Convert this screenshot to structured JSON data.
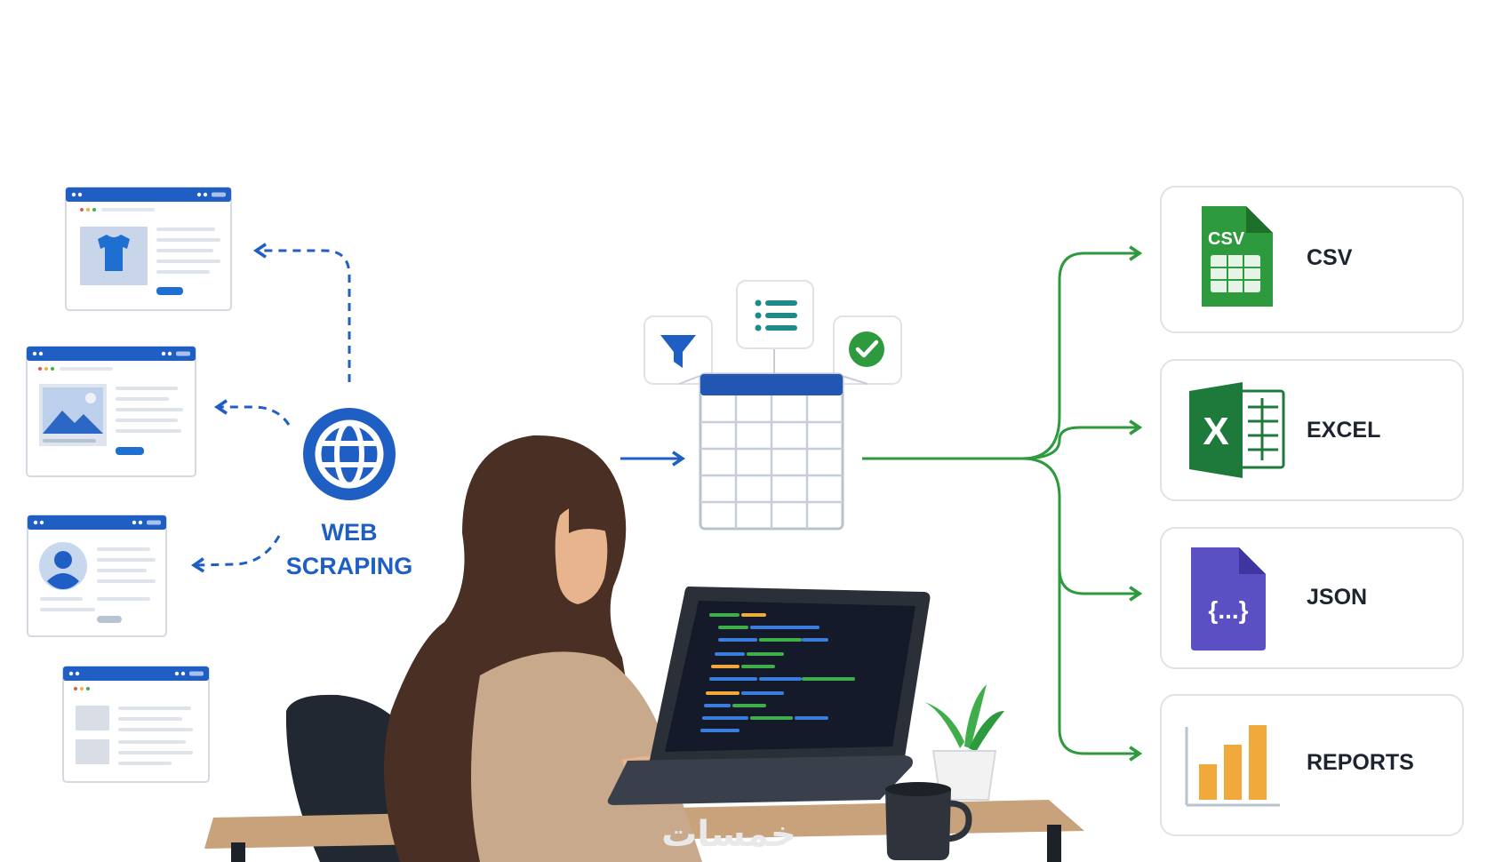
{
  "center": {
    "label_line1": "WEB",
    "label_line2": "SCRAPING"
  },
  "outputs": [
    {
      "label": "CSV",
      "icon": "csv-file-icon",
      "icon_text": "CSV"
    },
    {
      "label": "EXCEL",
      "icon": "excel-file-icon",
      "icon_text": "X"
    },
    {
      "label": "JSON",
      "icon": "json-file-icon",
      "icon_text": "{...}"
    },
    {
      "label": "REPORTS",
      "icon": "bar-chart-icon"
    }
  ],
  "source_pages": [
    {
      "icon": "tshirt-icon"
    },
    {
      "icon": "image-icon"
    },
    {
      "icon": "user-profile-icon"
    },
    {
      "icon": "text-lines-icon"
    }
  ],
  "process_icons": [
    "filter-icon",
    "list-icon",
    "check-icon"
  ],
  "watermark": "خمسات",
  "colors": {
    "blue": "#1f5fc4",
    "green": "#2e9a3e",
    "card_border": "#dfe3e8",
    "excel_green": "#1e7a3a",
    "json_purple": "#5b4fc4",
    "report_orange": "#f2a93b"
  }
}
